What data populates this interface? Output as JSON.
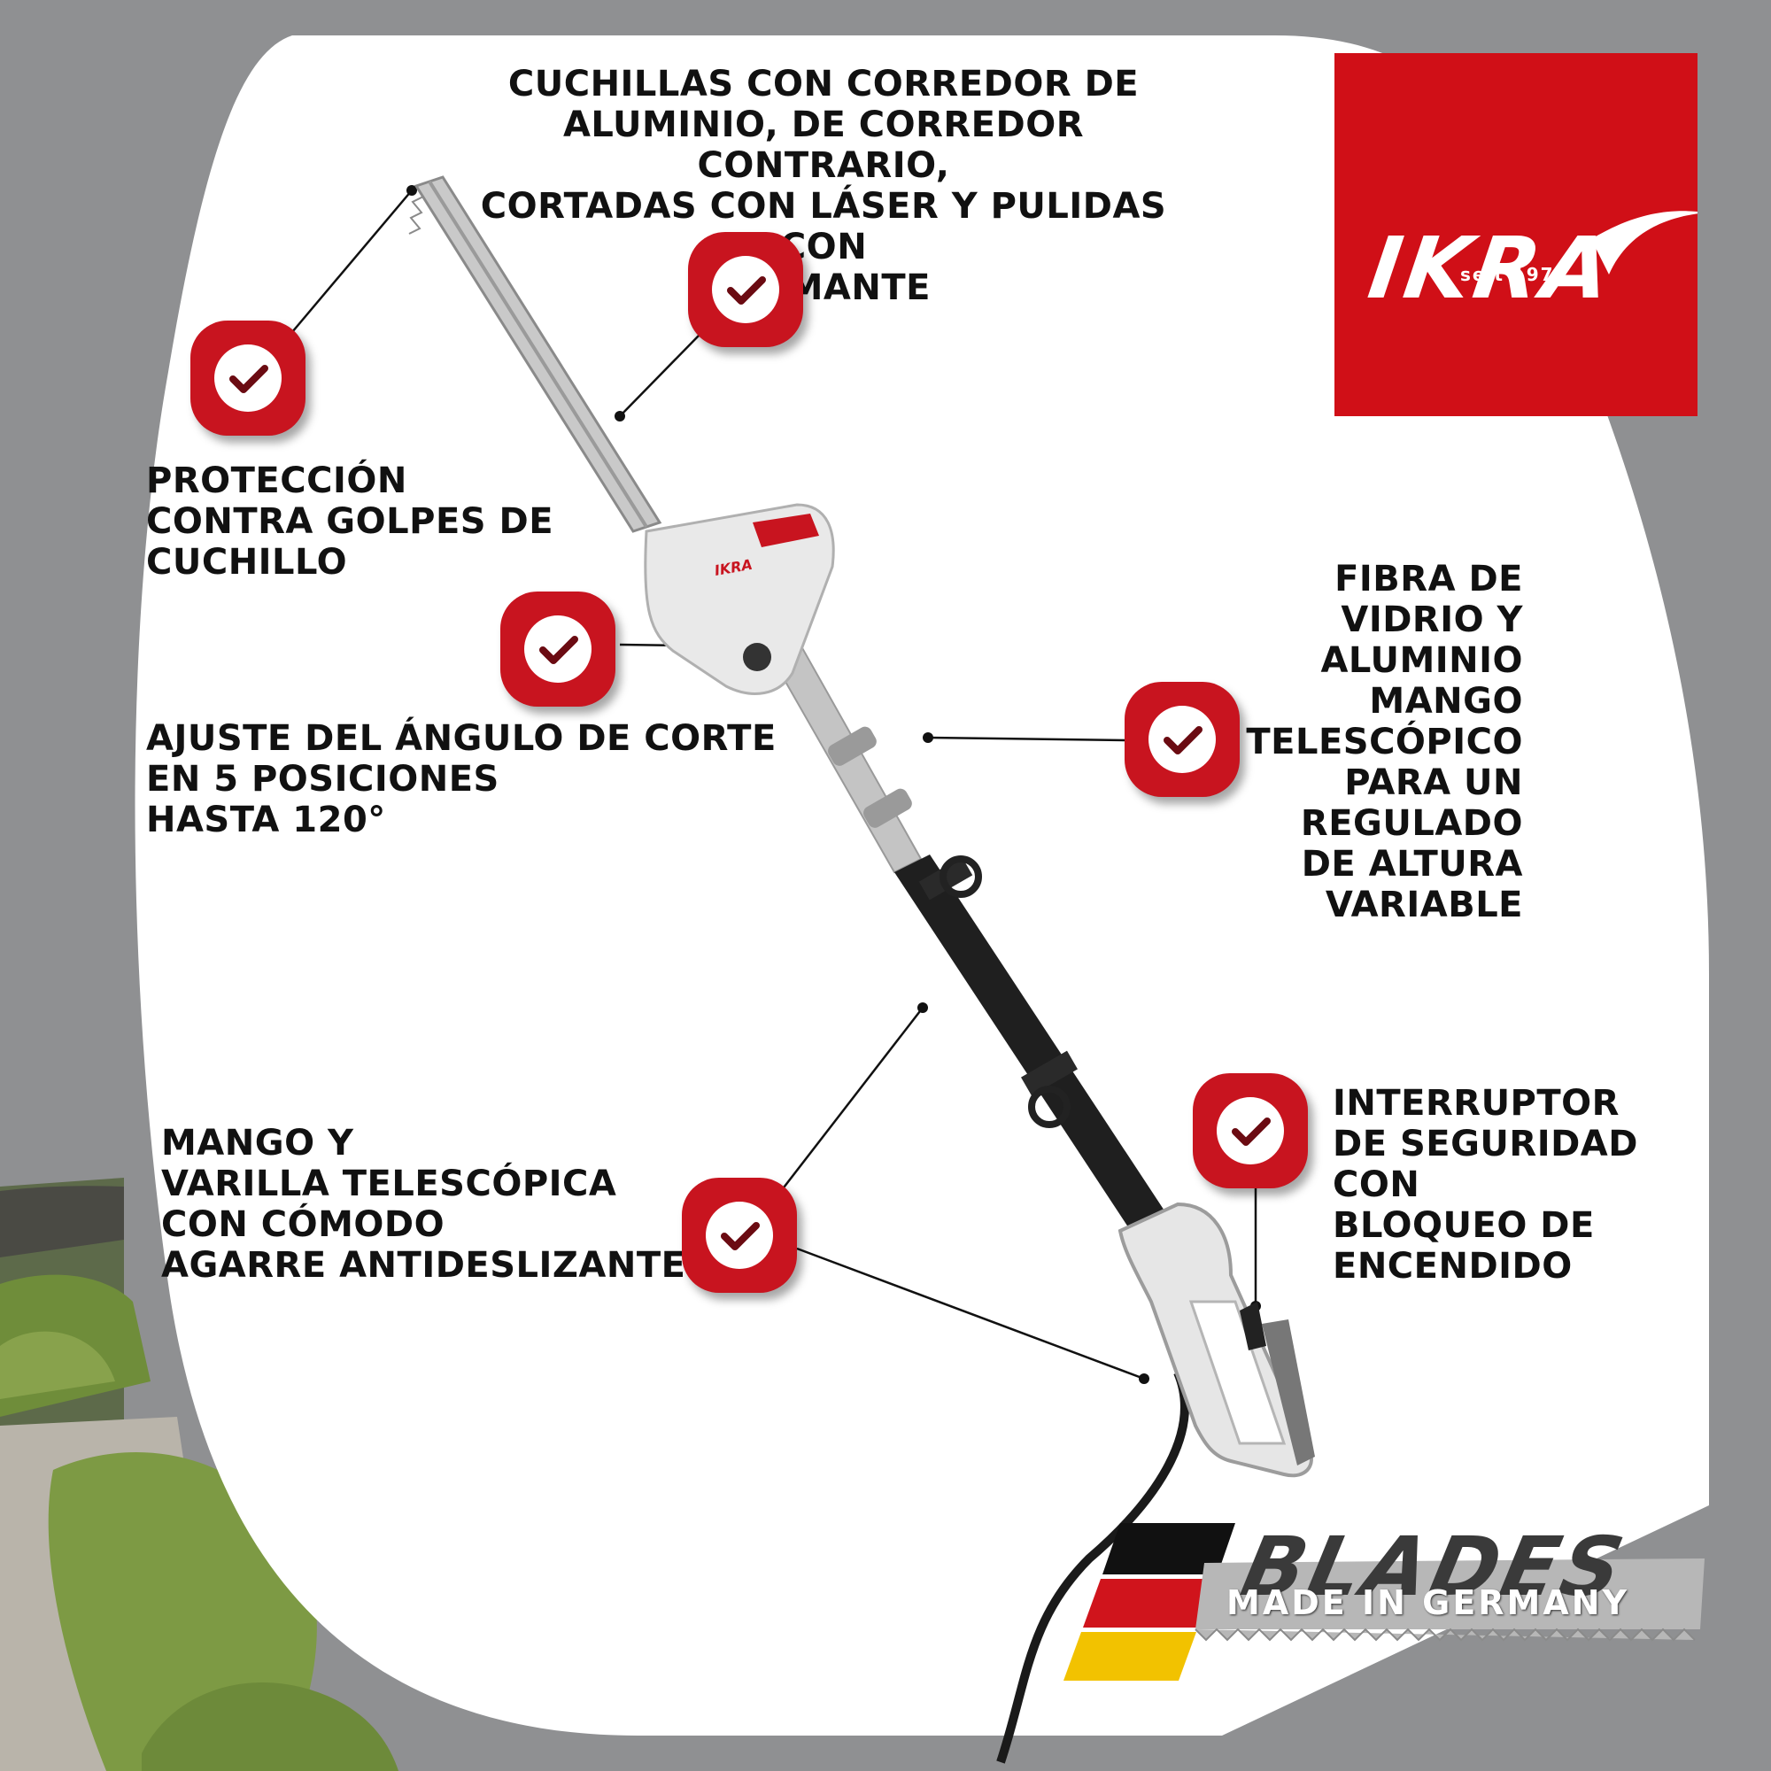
{
  "colors": {
    "background": "#8f9092",
    "panel": "#ffffff",
    "brand_red": "#d00f17",
    "badge_red": "#c8141f"
  },
  "logo": {
    "name": "IKRA",
    "tagline": "seit 1977"
  },
  "features": [
    {
      "id": "blades",
      "icon": "check-badge-icon",
      "text": "CUCHILLAS CON CORREDOR DE\nALUMINIO, DE CORREDOR CONTRARIO,\nCORTADAS CON LÁSER Y PULIDAS CON\nDIAMANTE"
    },
    {
      "id": "blade-guard",
      "icon": "check-badge-icon",
      "text": "PROTECCIÓN\nCONTRA GOLPES DE\nCUCHILLO"
    },
    {
      "id": "angle",
      "icon": "check-badge-icon",
      "text": "AJUSTE DEL ÁNGULO DE CORTE\nEN 5 POSICIONES\nHASTA 120°"
    },
    {
      "id": "telescopic",
      "icon": "check-badge-icon",
      "text": "FIBRA DE \nVIDRIO Y\nALUMINIO\nMANGO \nTELESCÓPICO\nPARA UN \nREGULADO\nDE ALTURA \nVARIABLE"
    },
    {
      "id": "handle",
      "icon": "check-badge-icon",
      "text": "MANGO Y\nVARILLA TELESCÓPICA\nCON CÓMODO\nAGARRE ANTIDESLIZANTE"
    },
    {
      "id": "safety-switch",
      "icon": "check-badge-icon",
      "text": "INTERRUPTOR\nDE SEGURIDAD\nCON\nBLOQUEO DE\nENCENDIDO"
    }
  ],
  "product": {
    "body_logo": "IKRA"
  },
  "blades_badge": {
    "word": "BLADES",
    "subtitle": "MADE IN GERMANY",
    "flag": "german-flag-icon"
  }
}
